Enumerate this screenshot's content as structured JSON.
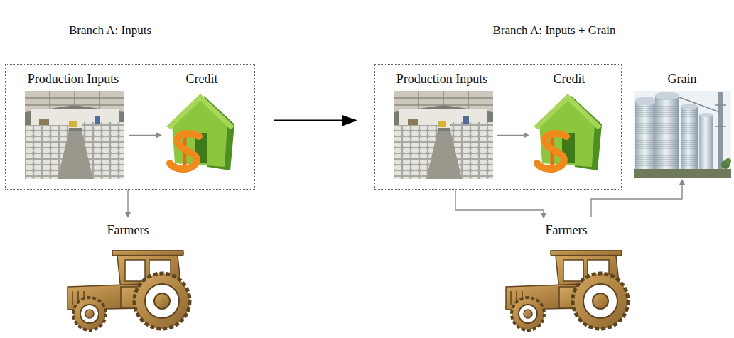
{
  "diagram": {
    "nodes": [
      {
        "text": []
      },
      {
        "text": [
          "Production Inputs"
        ],
        "in": 0
      },
      {
        "text": [
          "Credit"
        ],
        "in": 0
      },
      {
        "text": [
          "Farmers"
        ]
      },
      {
        "text": []
      },
      {
        "text": [
          "Production Inputs"
        ],
        "in": 4
      },
      {
        "text": [
          "Credit"
        ],
        "in": 4
      },
      {
        "text": [
          "Farmers"
        ]
      },
      {
        "text": [
          "Grain"
        ]
      }
    ],
    "edges": [
      {
        "from": 1,
        "to": 2,
        "arrow": "to"
      },
      {
        "from": 0,
        "to": 3,
        "arrow": "to"
      },
      {
        "from": 0,
        "to": 4,
        "arrow": "to"
      },
      {
        "from": 5,
        "to": 6,
        "arrow": "to"
      },
      {
        "from": 4,
        "to": 7,
        "arrow": "to"
      },
      {
        "from": 7,
        "to": 8,
        "arrow": "to"
      }
    ],
    "labels": [
      "Branch A: Inputs",
      "Branch A: Inputs + Grain"
    ]
  }
}
